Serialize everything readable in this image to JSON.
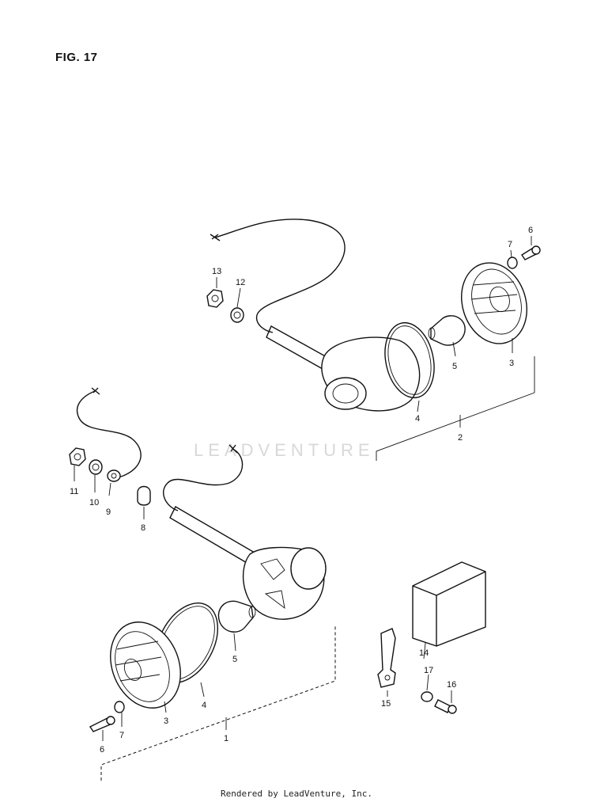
{
  "figure": {
    "title": "FIG. 17"
  },
  "watermark": {
    "text": "LEADVENTURE"
  },
  "footer": {
    "text": "Rendered by LeadVenture, Inc."
  },
  "callouts": [
    {
      "id": "c13",
      "label": "13"
    },
    {
      "id": "c12",
      "label": "12"
    },
    {
      "id": "c7a",
      "label": "7"
    },
    {
      "id": "c6a",
      "label": "6"
    },
    {
      "id": "c4a",
      "label": "4"
    },
    {
      "id": "c5a",
      "label": "5"
    },
    {
      "id": "c3a",
      "label": "3"
    },
    {
      "id": "c2",
      "label": "2"
    },
    {
      "id": "c11",
      "label": "11"
    },
    {
      "id": "c10",
      "label": "10"
    },
    {
      "id": "c9",
      "label": "9"
    },
    {
      "id": "c8",
      "label": "8"
    },
    {
      "id": "c5b",
      "label": "5"
    },
    {
      "id": "c4b",
      "label": "4"
    },
    {
      "id": "c3b",
      "label": "3"
    },
    {
      "id": "c7b",
      "label": "7"
    },
    {
      "id": "c6b",
      "label": "6"
    },
    {
      "id": "c1",
      "label": "1"
    },
    {
      "id": "c14",
      "label": "14"
    },
    {
      "id": "c15",
      "label": "15"
    },
    {
      "id": "c17",
      "label": "17"
    },
    {
      "id": "c16",
      "label": "16"
    }
  ]
}
